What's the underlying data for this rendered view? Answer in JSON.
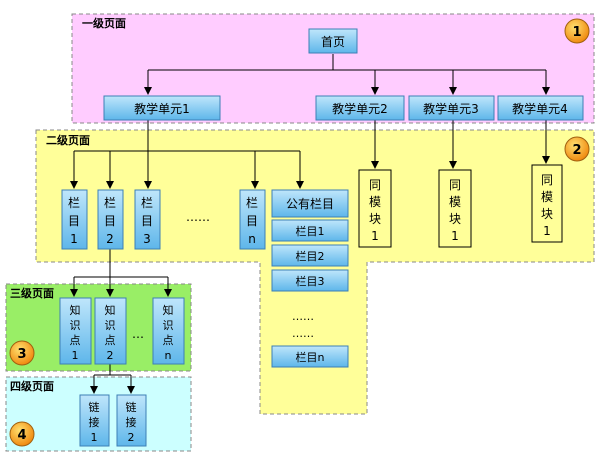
{
  "levels": {
    "level1": {
      "label": "一级页面",
      "badge": "1"
    },
    "level2": {
      "label": "二级页面",
      "badge": "2"
    },
    "level3": {
      "label": "三级页面",
      "badge": "3"
    },
    "level4": {
      "label": "四级页面",
      "badge": "4"
    }
  },
  "nodes": {
    "home": "首页",
    "units": [
      "教学单元1",
      "教学单元2",
      "教学单元3",
      "教学单元4"
    ],
    "columns": [
      {
        "top": "栏",
        "mid": "目",
        "bot": "1"
      },
      {
        "top": "栏",
        "mid": "目",
        "bot": "2"
      },
      {
        "top": "栏",
        "mid": "目",
        "bot": "3"
      },
      {
        "top": "栏",
        "mid": "目",
        "bot": "n"
      }
    ],
    "columns_ellipsis": "……",
    "public_column": "公有栏目",
    "public_items": [
      "栏目1",
      "栏目2",
      "栏目3",
      "栏目n"
    ],
    "public_ellipsis_1": "……",
    "public_ellipsis_2": "……",
    "same_module": [
      {
        "l1": "同",
        "l2": "模",
        "l3": "块",
        "l4": "1"
      },
      {
        "l1": "同",
        "l2": "模",
        "l3": "块",
        "l4": "1"
      },
      {
        "l1": "同",
        "l2": "模",
        "l3": "块",
        "l4": "1"
      }
    ],
    "knowledge": [
      {
        "l1": "知",
        "l2": "识",
        "l3": "点",
        "l4": "1"
      },
      {
        "l1": "知",
        "l2": "识",
        "l3": "点",
        "l4": "2"
      },
      {
        "l1": "知",
        "l2": "识",
        "l3": "点",
        "l4": "n"
      }
    ],
    "knowledge_ellipsis": "…",
    "links": [
      {
        "l1": "链",
        "l2": "接",
        "l3": "1"
      },
      {
        "l1": "链",
        "l2": "接",
        "l3": "2"
      }
    ]
  },
  "colors": {
    "level1_fill": "#ffccff",
    "level2_fill": "#ffff99",
    "level3_fill": "#99ee66",
    "level4_fill": "#ccffff",
    "node_blue": "#7ec8f0",
    "node_blue_edge": "#3d7fb5",
    "badge": "#f5a020",
    "badge_edge": "#a06010",
    "arrow": "#000000"
  }
}
